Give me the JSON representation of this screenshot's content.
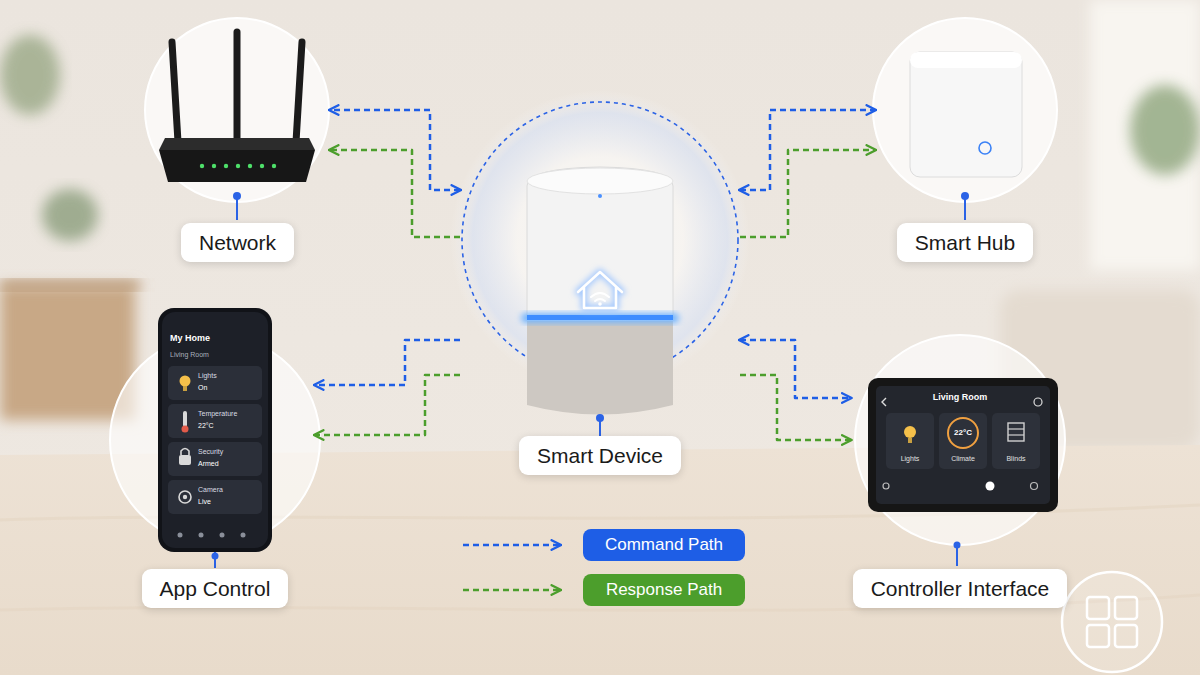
{
  "diagram": {
    "nodes": [
      {
        "text": [
          "Network"
        ]
      },
      {
        "text": [
          "Smart Hub"
        ]
      },
      {
        "text": [
          "Smart Device"
        ]
      },
      {
        "text": [
          "App Control"
        ]
      },
      {
        "text": [
          "Controller Interface"
        ]
      }
    ],
    "edges": [
      {
        "from": 2,
        "to": 0,
        "arrow": "both"
      },
      {
        "from": 2,
        "to": 1,
        "arrow": "both"
      },
      {
        "from": 2,
        "to": 3,
        "arrow": "to"
      },
      {
        "from": 2,
        "to": 4,
        "arrow": "both"
      },
      {
        "from": 2,
        "to": 0,
        "arrow": "to"
      },
      {
        "from": 2,
        "to": 1,
        "arrow": "to"
      },
      {
        "from": 2,
        "to": 3,
        "arrow": "to"
      },
      {
        "from": 2,
        "to": 4,
        "arrow": "to"
      }
    ],
    "labels": [
      "My Home",
      "Living Room",
      "Lights",
      "On",
      "Temperature",
      "22°C",
      "Security",
      "Armed",
      "Camera",
      "Live",
      "Living Room",
      "Lights",
      "22°C",
      "Climate",
      "Blinds"
    ],
    "legend": [
      {
        "text": "Command Path"
      },
      {
        "text": "Response Path"
      }
    ]
  }
}
